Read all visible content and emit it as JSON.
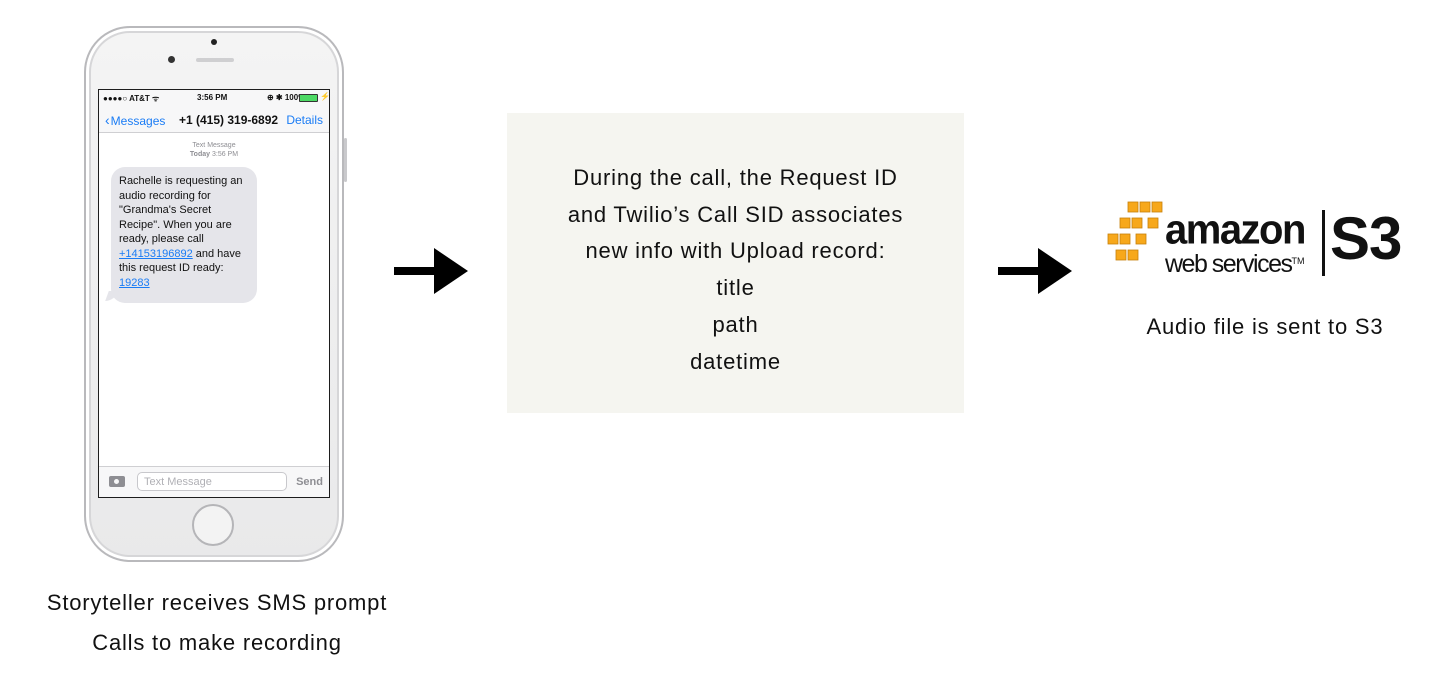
{
  "phone": {
    "status": {
      "carrier": "●●●●○ AT&T ᯤ",
      "time": "3:56 PM",
      "battery": "⊕ ✱ 100%"
    },
    "nav": {
      "back_label": "Messages",
      "contact": "+1 (415) 319-6892",
      "details_label": "Details"
    },
    "meta": {
      "type": "Text Message",
      "day": "Today",
      "time": "3:56 PM"
    },
    "message": {
      "text_before_phone": "Rachelle is requesting an audio recording for \"Grandma's Secret Recipe\". When you are ready, please call ",
      "phone_link": "+14153196892",
      "text_after_phone": " and have this request ID ready: ",
      "id_link": "19283"
    },
    "input": {
      "placeholder": "Text Message",
      "send_label": "Send"
    }
  },
  "captions": {
    "left_line1": "Storyteller receives SMS prompt",
    "left_line2": "Calls to make recording",
    "right": "Audio file is sent to S3"
  },
  "infobox": {
    "lines": [
      "During the call, the Request ID",
      "and Twilio’s Call SID associates",
      "new info with Upload record:",
      "title",
      "path",
      "datetime"
    ],
    "background": "#f5f5f0"
  },
  "aws_logo": {
    "brand_word": "amazon",
    "sub_word": "web services",
    "trademark": "TM",
    "service": "S3",
    "cube_color": "#f7a81b"
  },
  "arrows": {
    "color": "#000000",
    "icon": "arrow-right-icon"
  }
}
